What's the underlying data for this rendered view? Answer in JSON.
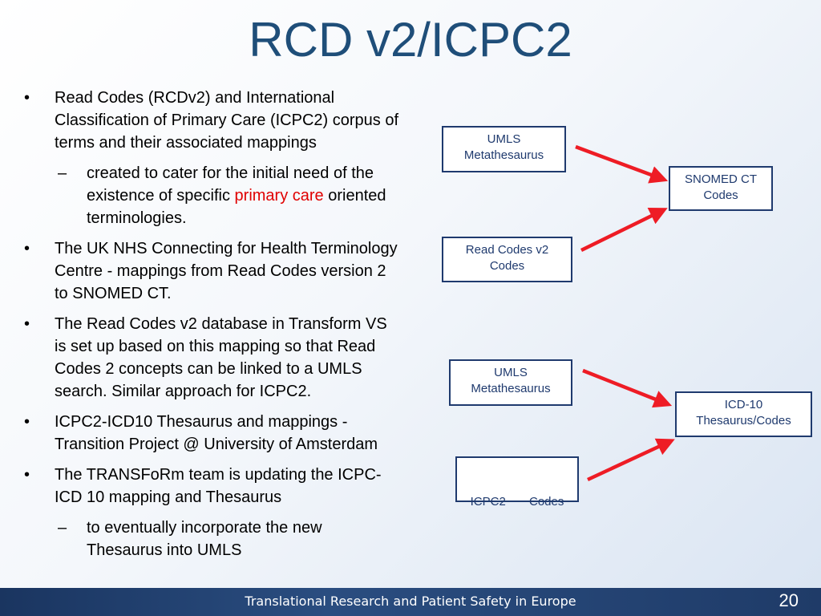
{
  "slide": {
    "title": "RCD v2/ICPC2",
    "bullets": [
      {
        "text": "Read Codes (RCDv2) and International Classification of Primary Care (ICPC2) corpus of terms and their associated mappings",
        "subs": [
          {
            "before": "created to cater for the initial need of the existence of specific ",
            "highlight": "primary care",
            "after": " oriented terminologies."
          }
        ]
      },
      {
        "text": "The UK NHS Connecting for Health Terminology Centre - mappings from Read Codes version 2 to SNOMED CT."
      },
      {
        "text": "The Read Codes v2 database in Transform VS is set up based on this mapping so that Read Codes 2 concepts can be linked to a UMLS search. Similar approach for ICPC2."
      },
      {
        "text": "ICPC2-ICD10 Thesaurus and mappings - Transition Project @ University of Amsterdam"
      },
      {
        "text": "The TRANSFoRm team is updating the ICPC-ICD 10 mapping and Thesaurus",
        "subs": [
          {
            "text": "to eventually incorporate the new Thesaurus into UMLS"
          }
        ]
      }
    ],
    "bullet_mark": "•",
    "sub_mark": "–",
    "highlight_color": "#e00000",
    "title_color": "#1f4e79",
    "arrow_color": "#ee1c25"
  },
  "diagram": {
    "box1": {
      "line1": "UMLS",
      "line2": "Metathesaurus"
    },
    "box2": {
      "line1": "SNOMED CT",
      "line2": "Codes"
    },
    "box3": {
      "line1": "Read Codes v2",
      "line2": "Codes"
    },
    "box4": {
      "line1": "UMLS",
      "line2": "Metathesaurus"
    },
    "box5": {
      "line1": "ICD-10",
      "line2": "Thesaurus/Codes"
    },
    "box6": {
      "line1": "ICPC2       Codes"
    }
  },
  "footer": {
    "text": "Translational Research and Patient Safety in Europe",
    "page_number": "20"
  }
}
